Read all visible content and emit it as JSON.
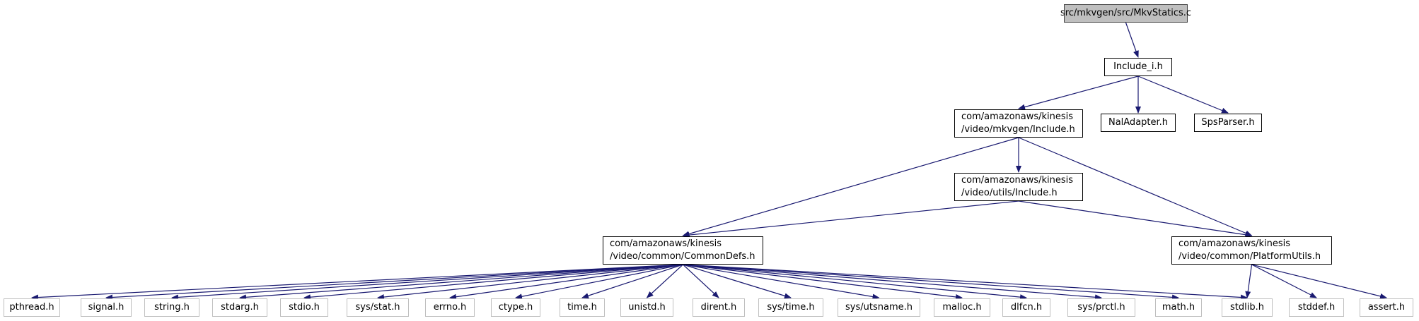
{
  "colors": {
    "edge": "#191970",
    "root_fill": "#bfbfbf",
    "system_border": "#bfbfbf"
  },
  "nodes": {
    "root": "src/mkvgen/src/MkvStatics.c",
    "include_i": "Include_i.h",
    "mkvgen_include_l1": "com/amazonaws/kinesis",
    "mkvgen_include_l2": "/video/mkvgen/Include.h",
    "naladapter": "NalAdapter.h",
    "spsparser": "SpsParser.h",
    "utils_include_l1": "com/amazonaws/kinesis",
    "utils_include_l2": "/video/utils/Include.h",
    "commondefs_l1": "com/amazonaws/kinesis",
    "commondefs_l2": "/video/common/CommonDefs.h",
    "platformutils_l1": "com/amazonaws/kinesis",
    "platformutils_l2": "/video/common/PlatformUtils.h",
    "pthread": "pthread.h",
    "signal": "signal.h",
    "string": "string.h",
    "stdarg": "stdarg.h",
    "stdio": "stdio.h",
    "sys_stat": "sys/stat.h",
    "errno": "errno.h",
    "ctype": "ctype.h",
    "time": "time.h",
    "unistd": "unistd.h",
    "dirent": "dirent.h",
    "sys_time": "sys/time.h",
    "sys_utsname": "sys/utsname.h",
    "malloc": "malloc.h",
    "dlfcn": "dlfcn.h",
    "sys_prctl": "sys/prctl.h",
    "math": "math.h",
    "stdlib": "stdlib.h",
    "stddef": "stddef.h",
    "assert": "assert.h"
  },
  "edges": [
    [
      "root",
      "include_i"
    ],
    [
      "include_i",
      "mkvgen_include"
    ],
    [
      "include_i",
      "naladapter"
    ],
    [
      "include_i",
      "spsparser"
    ],
    [
      "mkvgen_include",
      "utils_include"
    ],
    [
      "mkvgen_include",
      "commondefs"
    ],
    [
      "mkvgen_include",
      "platformutils"
    ],
    [
      "utils_include",
      "commondefs"
    ],
    [
      "utils_include",
      "platformutils"
    ],
    [
      "commondefs",
      "pthread"
    ],
    [
      "commondefs",
      "signal"
    ],
    [
      "commondefs",
      "string"
    ],
    [
      "commondefs",
      "stdarg"
    ],
    [
      "commondefs",
      "stdio"
    ],
    [
      "commondefs",
      "sys_stat"
    ],
    [
      "commondefs",
      "errno"
    ],
    [
      "commondefs",
      "ctype"
    ],
    [
      "commondefs",
      "time"
    ],
    [
      "commondefs",
      "unistd"
    ],
    [
      "commondefs",
      "dirent"
    ],
    [
      "commondefs",
      "sys_time"
    ],
    [
      "commondefs",
      "sys_utsname"
    ],
    [
      "commondefs",
      "malloc"
    ],
    [
      "commondefs",
      "dlfcn"
    ],
    [
      "commondefs",
      "sys_prctl"
    ],
    [
      "commondefs",
      "math"
    ],
    [
      "commondefs",
      "stdlib"
    ],
    [
      "platformutils",
      "stdlib"
    ],
    [
      "platformutils",
      "stddef"
    ],
    [
      "platformutils",
      "assert"
    ]
  ]
}
